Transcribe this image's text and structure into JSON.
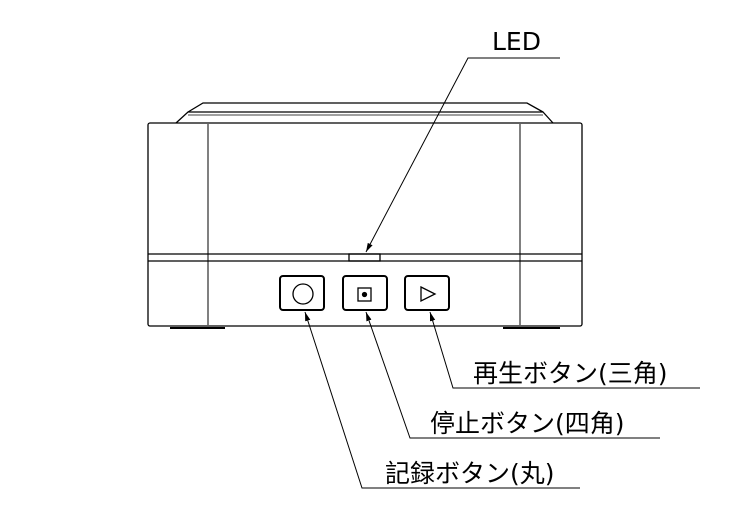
{
  "labels": {
    "led": "LED",
    "play": "再生ボタン(三角)",
    "stop": "停止ボタン(四角)",
    "record": "記録ボタン(丸)"
  },
  "colors": {
    "line": "#000000",
    "background": "#ffffff"
  }
}
